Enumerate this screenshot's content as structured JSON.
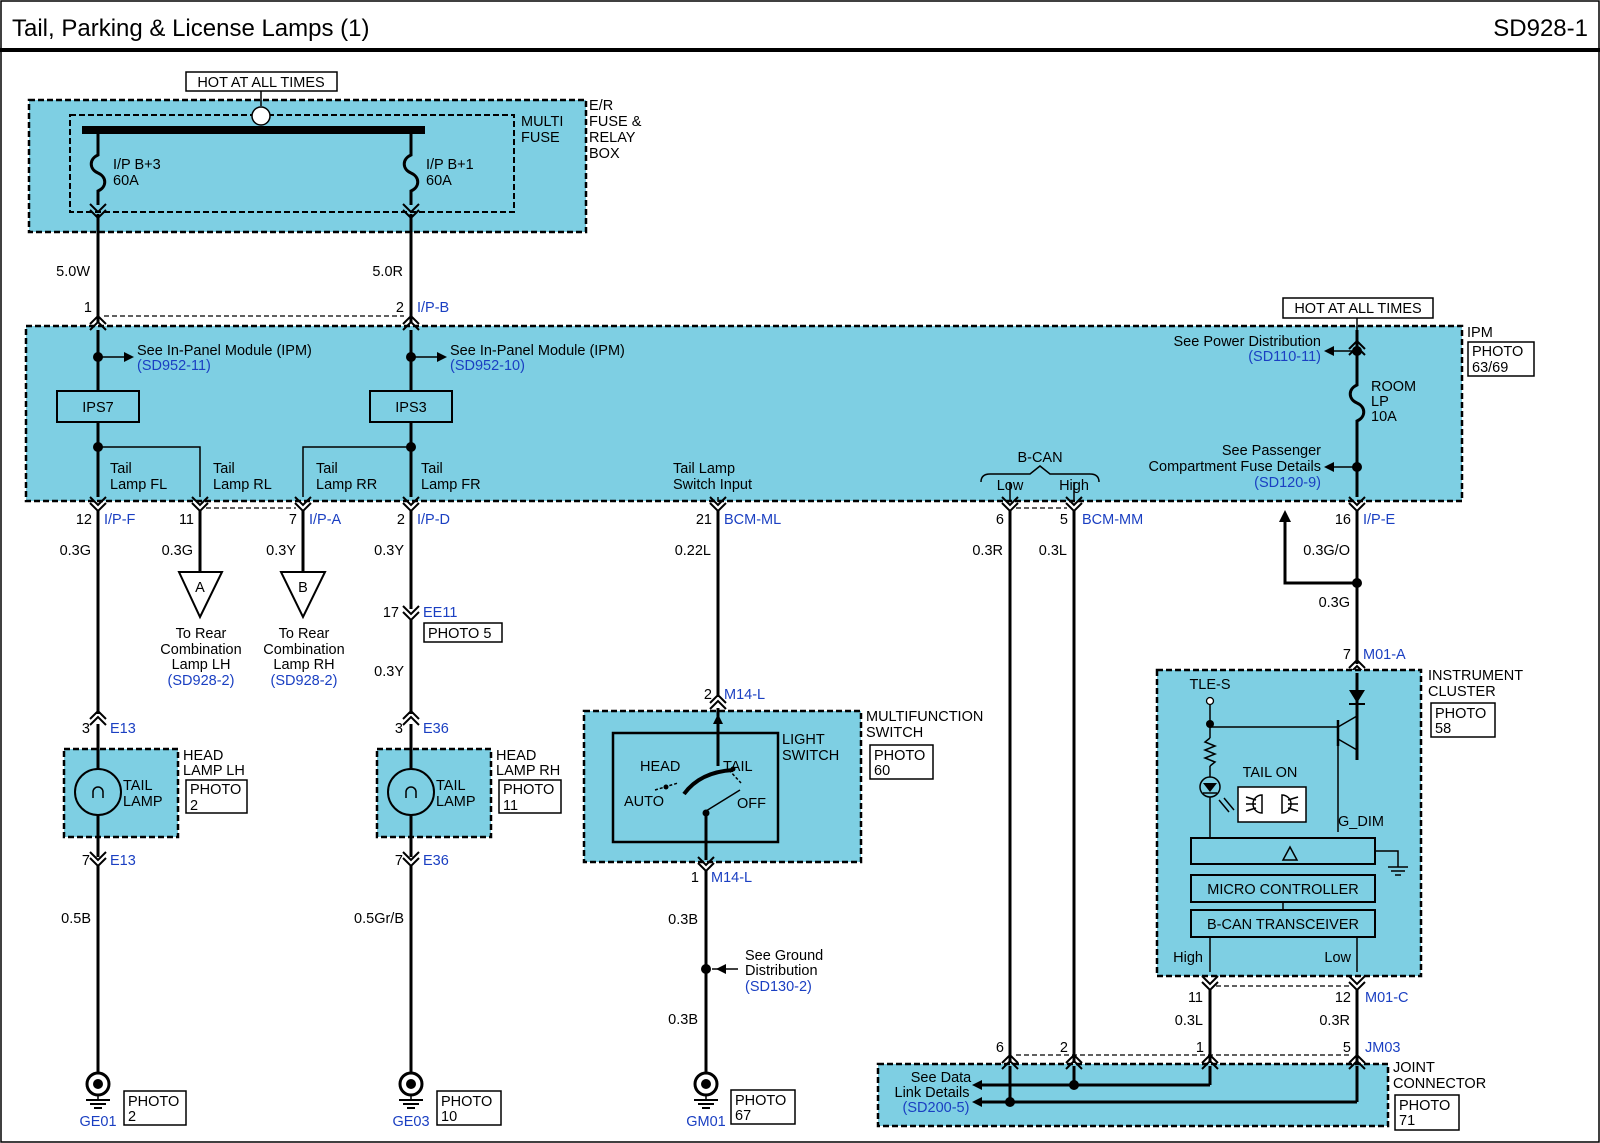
{
  "header": {
    "title": "Tail, Parking & License Lamps (1)",
    "code": "SD928-1"
  },
  "er_box": {
    "hot_label": "HOT AT ALL TIMES",
    "box_label": [
      "E/R",
      "FUSE &",
      "RELAY",
      "BOX"
    ],
    "multi_fuse": [
      "MULTI",
      "FUSE"
    ],
    "fuse1": [
      "I/P B+3",
      "60A"
    ],
    "fuse2": [
      "I/P B+1",
      "60A"
    ]
  },
  "wires": {
    "w50w": "5.0W",
    "w50r": "5.0R",
    "c1_pin": "1",
    "c2_pin": "2",
    "ipb": "I/P-B"
  },
  "ipm": {
    "label": "IPM",
    "photo": [
      "PHOTO",
      "63/69"
    ],
    "see1": "See In-Panel Module (IPM)",
    "ref1": "(SD952-11)",
    "see2": "See In-Panel Module (IPM)",
    "ref2": "(SD952-10)",
    "ips7": "IPS7",
    "ips3": "IPS3",
    "tail_fl": [
      "Tail",
      "Lamp FL"
    ],
    "tail_rl": [
      "Tail",
      "Lamp RL"
    ],
    "tail_rr": [
      "Tail",
      "Lamp RR"
    ],
    "tail_fr": [
      "Tail",
      "Lamp FR"
    ],
    "tail_switch": [
      "Tail Lamp",
      "Switch Input"
    ],
    "bcan": "B-CAN",
    "low": "Low",
    "high": "High",
    "hot_label": "HOT AT ALL TIMES",
    "see_power": "See Power Distribution",
    "ref_power": "(SD110-11)",
    "room": [
      "ROOM",
      "LP",
      "10A"
    ],
    "see_pass": [
      "See Passenger",
      "Compartment Fuse Details"
    ],
    "ref_pass": "(SD120-9)"
  },
  "ipm_pins": {
    "p12": "12",
    "ipf": "I/P-F",
    "p11": "11",
    "p7": "7",
    "ipa": "I/P-A",
    "p2": "2",
    "ipd": "I/P-D",
    "p21": "21",
    "bcm_ml": "BCM-ML",
    "p6": "6",
    "p5": "5",
    "bcm_mm": "BCM-MM",
    "p16": "16",
    "ipe": "I/P-E"
  },
  "wire_colors": {
    "w03g_a": "0.3G",
    "w03g_b": "0.3G",
    "w03y_a": "0.3Y",
    "w03y_b": "0.3Y",
    "w03y_c": "0.3Y",
    "w022l": "0.22L",
    "w03r": "0.3R",
    "w03l": "0.3L",
    "w03go": "0.3G/O",
    "w03g_c": "0.3G",
    "w05b": "0.5B",
    "w05grb": "0.5Gr/B",
    "w03b_a": "0.3B",
    "w03b_b": "0.3B",
    "w03l_b": "0.3L",
    "w03r_b": "0.3R"
  },
  "refs": {
    "a": "A",
    "b": "B",
    "to_rear_lh": [
      "To Rear",
      "Combination",
      "Lamp LH"
    ],
    "ref_lh": "(SD928-2)",
    "to_rear_rh": [
      "To Rear",
      "Combination",
      "Lamp RH"
    ],
    "ref_rh": "(SD928-2)"
  },
  "ee11": {
    "pin": "17",
    "name": "EE11",
    "photo": "PHOTO 5"
  },
  "head_lh": {
    "pin_top": "3",
    "conn_top": "E13",
    "pin_bot": "7",
    "conn_bot": "E13",
    "label": [
      "HEAD",
      "LAMP LH"
    ],
    "lamp": [
      "TAIL",
      "LAMP"
    ],
    "photo": [
      "PHOTO",
      "2"
    ]
  },
  "head_rh": {
    "pin_top": "3",
    "conn_top": "E36",
    "pin_bot": "7",
    "conn_bot": "E36",
    "label": [
      "HEAD",
      "LAMP RH"
    ],
    "lamp": [
      "TAIL",
      "LAMP"
    ],
    "photo": [
      "PHOTO",
      "11"
    ]
  },
  "mfs": {
    "pin_top": "2",
    "conn_top": "M14-L",
    "pin_bot": "1",
    "conn_bot": "M14-L",
    "label": [
      "MULTIFUNCTION",
      "SWITCH"
    ],
    "light": [
      "LIGHT",
      "SWITCH"
    ],
    "photo": [
      "PHOTO",
      "60"
    ],
    "head": "HEAD",
    "tail": "TAIL",
    "auto": "AUTO",
    "off": "OFF"
  },
  "ground_dist": {
    "text": [
      "See Ground",
      "Distribution"
    ],
    "ref": "(SD130-2)"
  },
  "grounds": {
    "ge01": "GE01",
    "ge01_photo": [
      "PHOTO",
      "2"
    ],
    "ge03": "GE03",
    "ge03_photo": [
      "PHOTO",
      "10"
    ],
    "gm01": "GM01",
    "gm01_photo": [
      "PHOTO",
      "67"
    ]
  },
  "cluster": {
    "pin_top": "7",
    "conn_top": "M01-A",
    "label": [
      "INSTRUMENT",
      "CLUSTER"
    ],
    "photo": [
      "PHOTO",
      "58"
    ],
    "tle": "TLE-S",
    "tail_on": "TAIL ON",
    "gdim": "G_DIM",
    "micro": "MICRO CONTROLLER",
    "bcan_tr": "B-CAN TRANSCEIVER",
    "high": "High",
    "low": "Low",
    "p11": "11",
    "p12": "12",
    "conn_bot": "M01-C"
  },
  "joint": {
    "p6": "6",
    "p2": "2",
    "p1": "1",
    "p5": "5",
    "name": "JM03",
    "label": [
      "JOINT",
      "CONNECTOR"
    ],
    "photo": [
      "PHOTO",
      "71"
    ],
    "see": [
      "See Data",
      "Link Details"
    ],
    "ref": "(SD200-5)"
  },
  "colors": {
    "box_fill": "#7ecfe3",
    "ref_blue": "#1a3fc2"
  }
}
